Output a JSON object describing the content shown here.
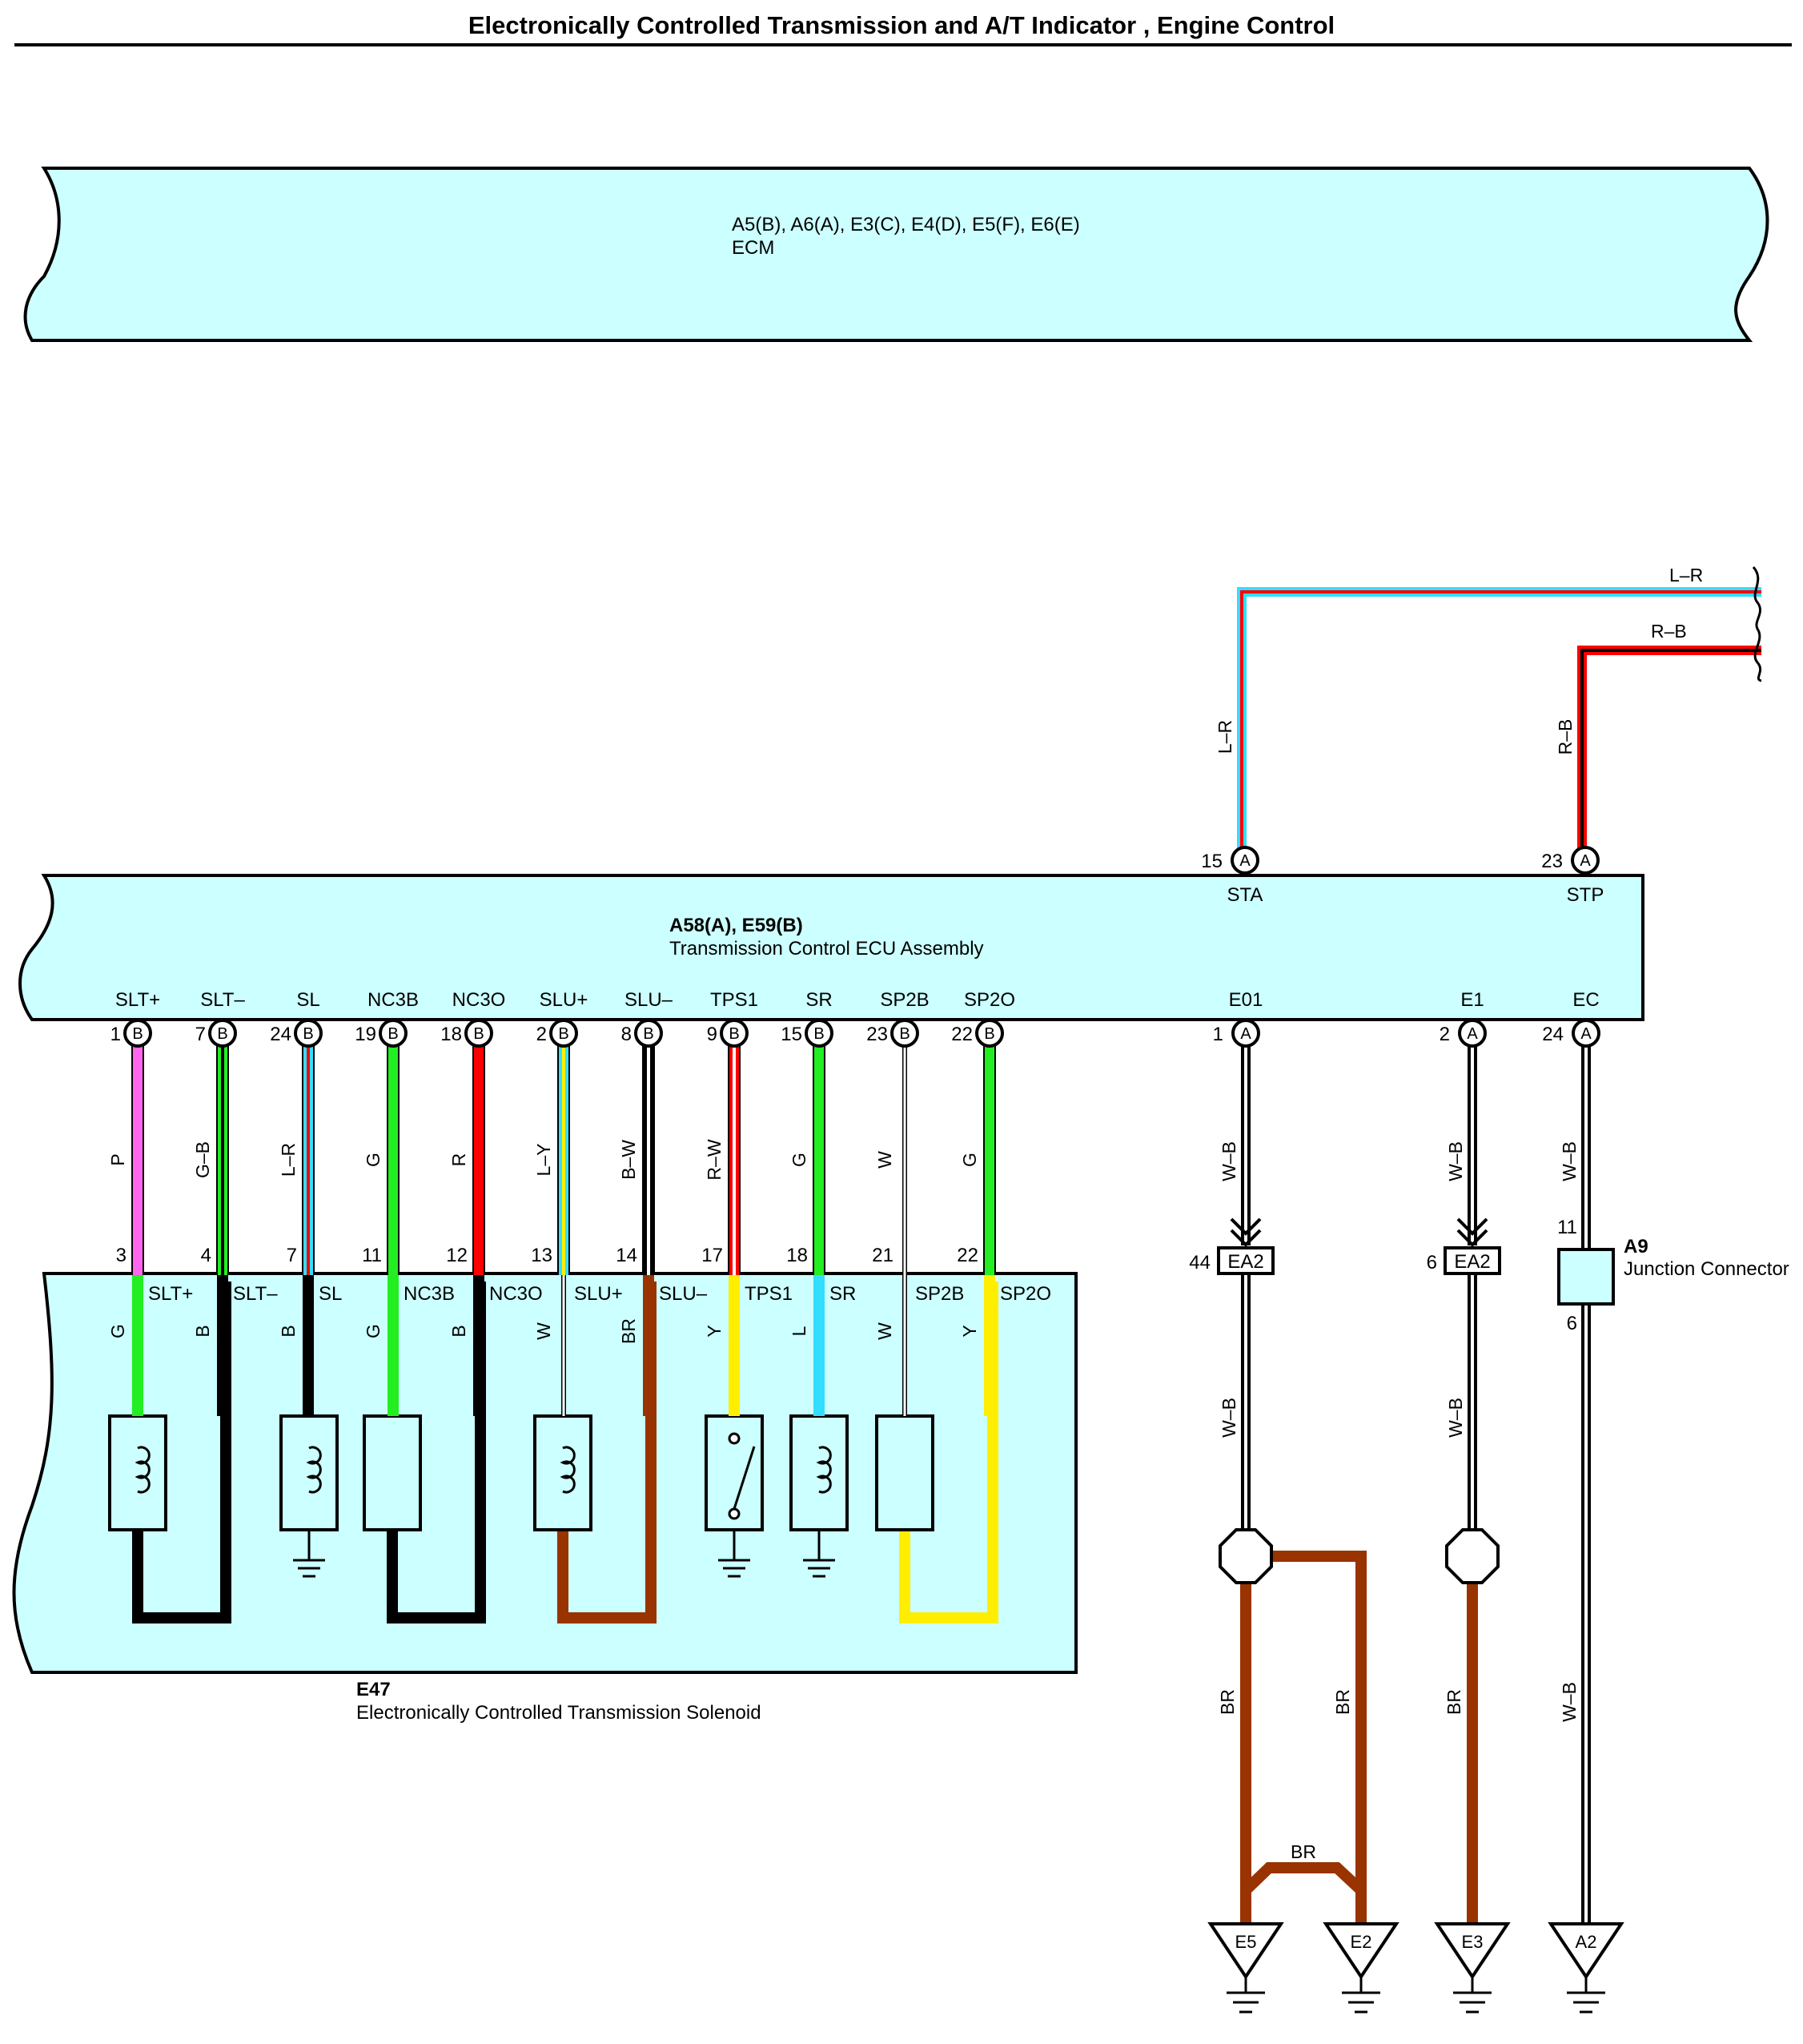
{
  "title": "Electronically Controlled Transmission and A/T Indicator , Engine Control",
  "colors": {
    "box_fill": "#ccffff",
    "G": "#22ee22",
    "B": "#000000",
    "R": "#ff0000",
    "L": "#33ddff",
    "P": "#ff66ee",
    "W": "#ffffff",
    "Y": "#ffee00",
    "BR": "#993300"
  },
  "ecm": {
    "code": "A5(B), A6(A), E3(C), E4(D), E5(F), E6(E)",
    "name": "ECM"
  },
  "tcu": {
    "code": "A58(A), E59(B)",
    "name": "Transmission Control ECU Assembly",
    "top_pins": [
      {
        "pin": "15",
        "conn": "A",
        "signal": "STA",
        "wire": "L–R",
        "ext_wire": "L–R"
      },
      {
        "pin": "23",
        "conn": "A",
        "signal": "STP",
        "wire": "R–B",
        "ext_wire": "R–B"
      }
    ],
    "bottom_pins": [
      {
        "pin": "1",
        "conn": "B",
        "signal": "SLT+",
        "wire": "P",
        "sol_pin": "3",
        "inner_label": "SLT+",
        "inner_wire": "G"
      },
      {
        "pin": "7",
        "conn": "B",
        "signal": "SLT–",
        "wire": "G–B",
        "sol_pin": "4",
        "inner_label": "SLT–",
        "inner_wire": "B"
      },
      {
        "pin": "24",
        "conn": "B",
        "signal": "SL",
        "wire": "L–R",
        "sol_pin": "7",
        "inner_label": "SL",
        "inner_wire": "B"
      },
      {
        "pin": "19",
        "conn": "B",
        "signal": "NC3B",
        "wire": "G",
        "sol_pin": "11",
        "inner_label": "NC3B",
        "inner_wire": "G"
      },
      {
        "pin": "18",
        "conn": "B",
        "signal": "NC3O",
        "wire": "R",
        "sol_pin": "12",
        "inner_label": "NC3O",
        "inner_wire": "B"
      },
      {
        "pin": "2",
        "conn": "B",
        "signal": "SLU+",
        "wire": "L–Y",
        "sol_pin": "13",
        "inner_label": "SLU+",
        "inner_wire": "W"
      },
      {
        "pin": "8",
        "conn": "B",
        "signal": "SLU–",
        "wire": "B–W",
        "sol_pin": "14",
        "inner_label": "SLU–",
        "inner_wire": "BR"
      },
      {
        "pin": "9",
        "conn": "B",
        "signal": "TPS1",
        "wire": "R–W",
        "sol_pin": "17",
        "inner_label": "TPS1",
        "inner_wire": "Y"
      },
      {
        "pin": "15",
        "conn": "B",
        "signal": "SR",
        "wire": "G",
        "sol_pin": "18",
        "inner_label": "SR",
        "inner_wire": "L"
      },
      {
        "pin": "23",
        "conn": "B",
        "signal": "SP2B",
        "wire": "W",
        "sol_pin": "21",
        "inner_label": "SP2B",
        "inner_wire": "W"
      },
      {
        "pin": "22",
        "conn": "B",
        "signal": "SP2O",
        "wire": "G",
        "sol_pin": "22",
        "inner_label": "SP2O",
        "inner_wire": "Y"
      }
    ],
    "ground_pins": [
      {
        "pin": "1",
        "conn": "A",
        "signal": "E01",
        "wire": "W–B"
      },
      {
        "pin": "2",
        "conn": "A",
        "signal": "E1",
        "wire": "W–B"
      },
      {
        "pin": "24",
        "conn": "A",
        "signal": "EC",
        "wire": "W–B"
      }
    ]
  },
  "solenoid": {
    "code": "E47",
    "name": "Electronically Controlled Transmission Solenoid"
  },
  "connectors": [
    {
      "pin": "44",
      "label": "EA2",
      "wire_below": "W–B"
    },
    {
      "pin": "6",
      "label": "EA2",
      "wire_below": "W–B"
    }
  ],
  "junction": {
    "code": "A9",
    "name": "Junction Connector",
    "pin_in": "11",
    "pin_out": "6",
    "wire_below": "W–B"
  },
  "ground_wires": {
    "left": "BR",
    "right": "BR",
    "bridge": "BR",
    "e1": "BR"
  },
  "grounds": [
    "E5",
    "E2",
    "E3",
    "A2"
  ]
}
